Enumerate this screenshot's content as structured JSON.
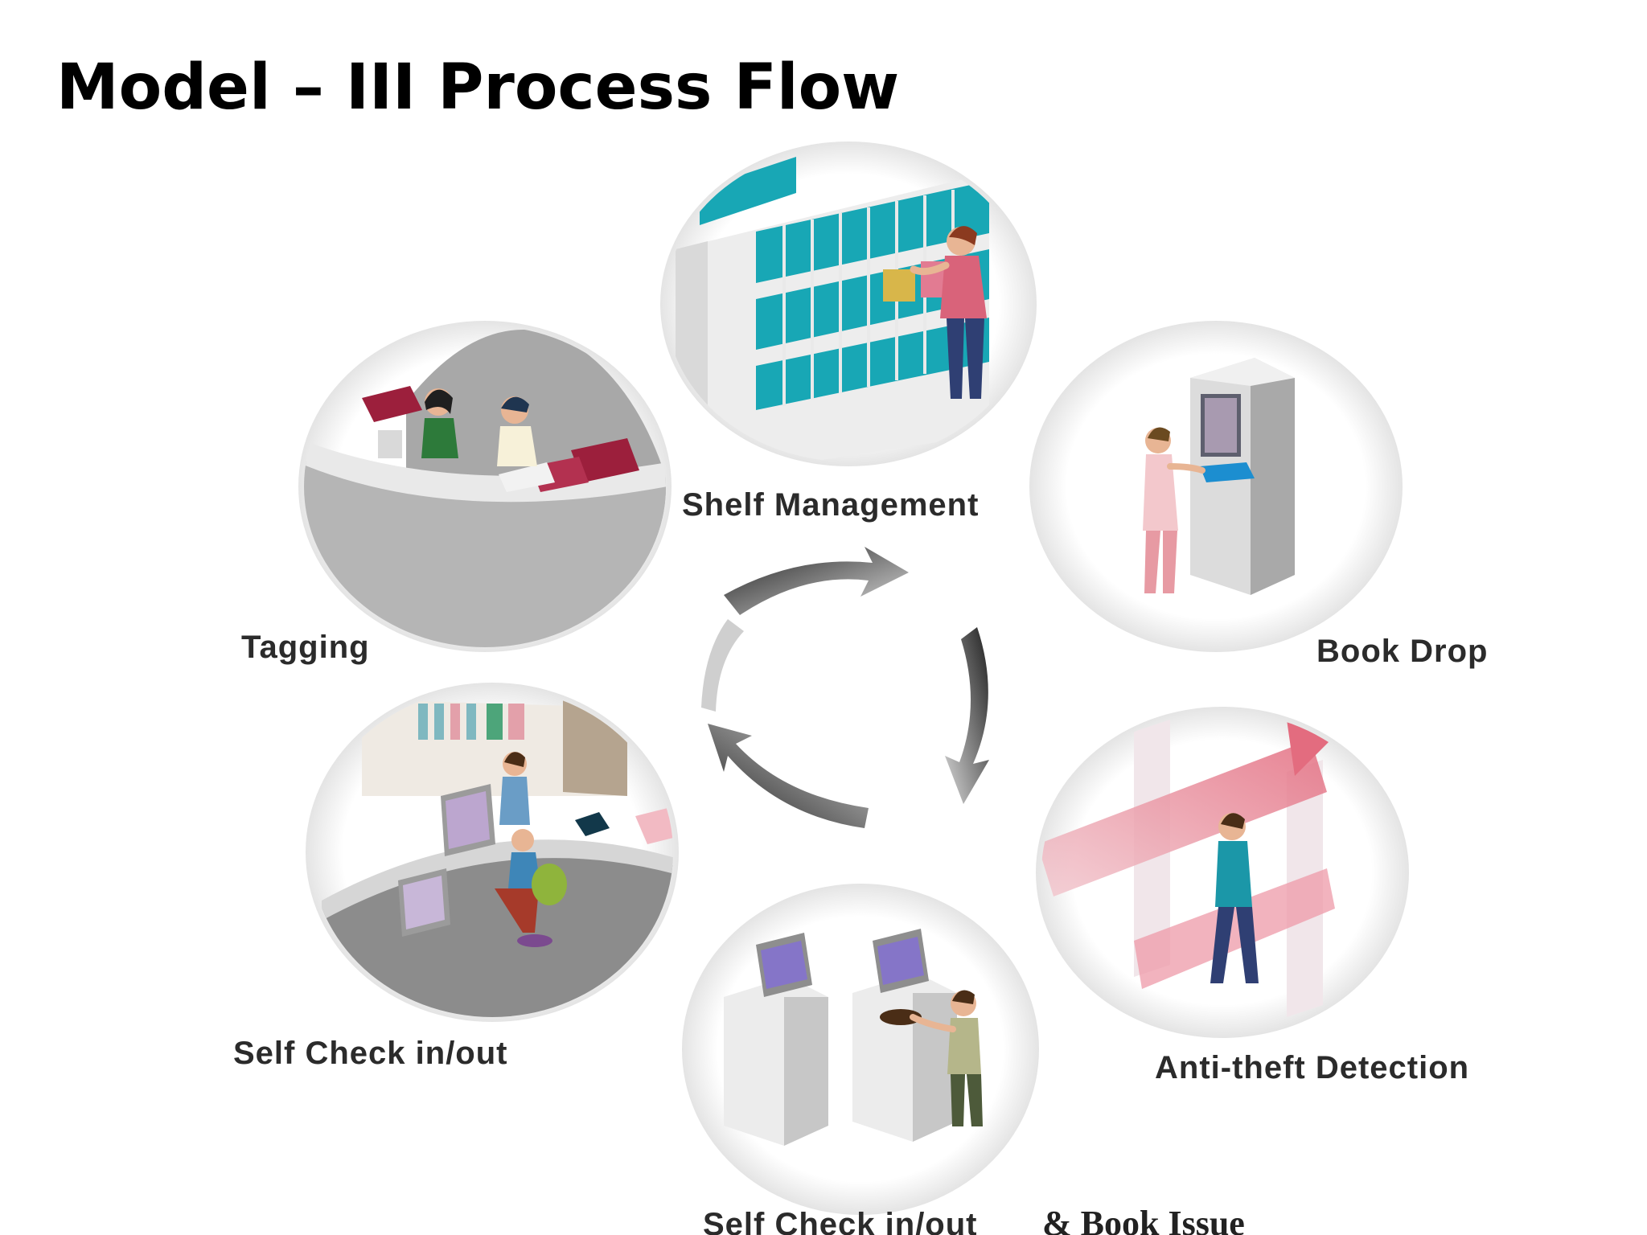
{
  "title": "Model – III Process Flow",
  "stages": [
    {
      "id": "shelf-management",
      "label": "Shelf Management",
      "icon": "bookshelf-icon"
    },
    {
      "id": "book-drop",
      "label": "Book Drop",
      "icon": "book-drop-kiosk-icon"
    },
    {
      "id": "anti-theft-detection",
      "label": "Anti-theft Detection",
      "icon": "security-gate-icon"
    },
    {
      "id": "self-check-book-issue",
      "label": "Self Check in/out",
      "suffix": "& Book Issue",
      "icon": "self-check-kiosk-icon"
    },
    {
      "id": "self-check",
      "label": "Self Check in/out",
      "icon": "workstation-icon"
    },
    {
      "id": "tagging",
      "label": "Tagging",
      "icon": "tagging-desk-icon"
    }
  ],
  "colors": {
    "shelf_teal": "#18a7b5",
    "shelf_body": "#e9e9e9",
    "accent_pink": "#e07a8a",
    "book_maroon": "#9c1f3c",
    "counter_gray": "#b8b8b8",
    "cycle_dark": "#3a3a3a",
    "cycle_light": "#d0d0d0"
  }
}
